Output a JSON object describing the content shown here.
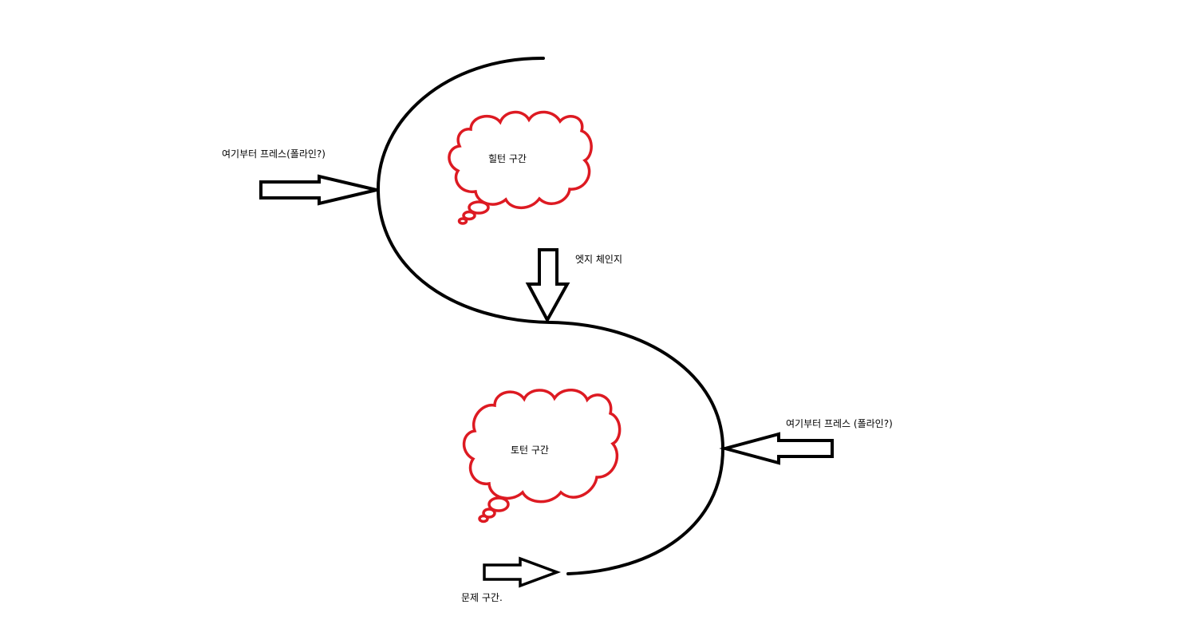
{
  "diagram": {
    "colors": {
      "curve": "#000000",
      "arrow": "#000000",
      "cloud": "#dd1a22",
      "background": "#ffffff"
    },
    "labels": {
      "press_left": "여기부터 프레스(폴라인?)",
      "heel_zone": "힐턴 구간",
      "edge_change": "엣지 체인지",
      "press_right": "여기부터 프레스 (폴라인?)",
      "toe_zone": "토턴 구간",
      "problem_zone": "문제 구간."
    }
  }
}
